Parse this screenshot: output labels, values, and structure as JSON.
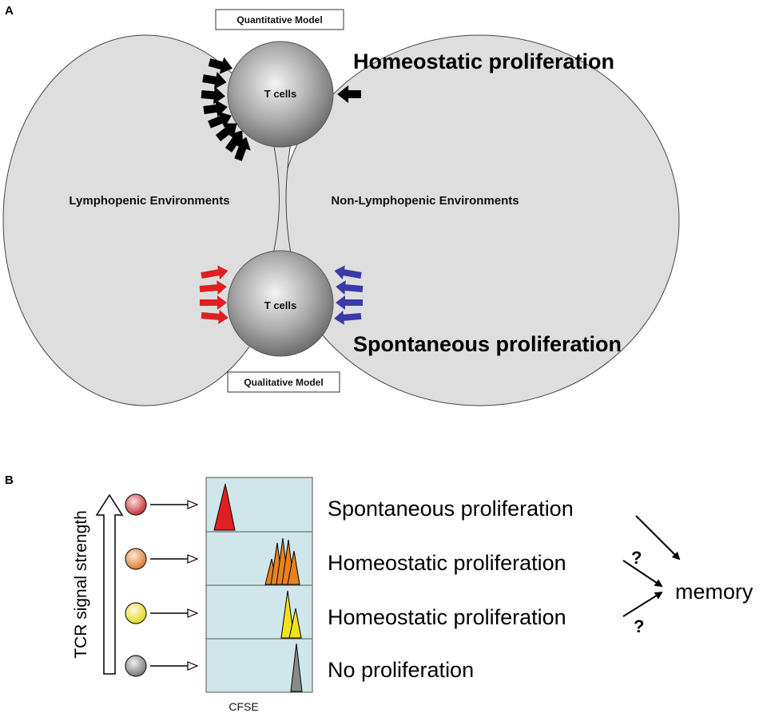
{
  "panel_a": {
    "letter": "A",
    "top_model_label": "Quantitative Model",
    "bottom_model_label": "Qualitative Model",
    "left_environment": "Lymphopenic Environments",
    "right_environment": "Non-Lymphopenic Environments",
    "cell_label_top": "T cells",
    "cell_label_bottom": "T cells",
    "homeostatic_title": "Homeostatic proliferation",
    "spontaneous_title": "Spontaneous proliferation",
    "colors": {
      "environment_fill": "#dedede",
      "black_arrow": "#000000",
      "red_arrow": "#e02020",
      "blue_arrow": "#3a3aa8"
    }
  },
  "panel_b": {
    "letter": "B",
    "axis_label": "TCR signal strength",
    "x_axis_label": "CFSE",
    "rows": [
      {
        "label": "Spontaneous proliferation",
        "cell_color": "#d94a4a",
        "peak_color": "#e02020"
      },
      {
        "label": "Homeostatic proliferation",
        "cell_color": "#e8944a",
        "peak_color": "#e8821e"
      },
      {
        "label": "Homeostatic proliferation",
        "cell_color": "#f2e84a",
        "peak_color": "#f2e21e"
      },
      {
        "label": "No proliferation",
        "cell_color": "#9a9a9a",
        "peak_color": "#8a8a8a"
      }
    ],
    "memory_label": "memory",
    "question_mark_1": "?",
    "question_mark_2": "?",
    "colors": {
      "histogram_bg": "#cfe6ea"
    }
  }
}
